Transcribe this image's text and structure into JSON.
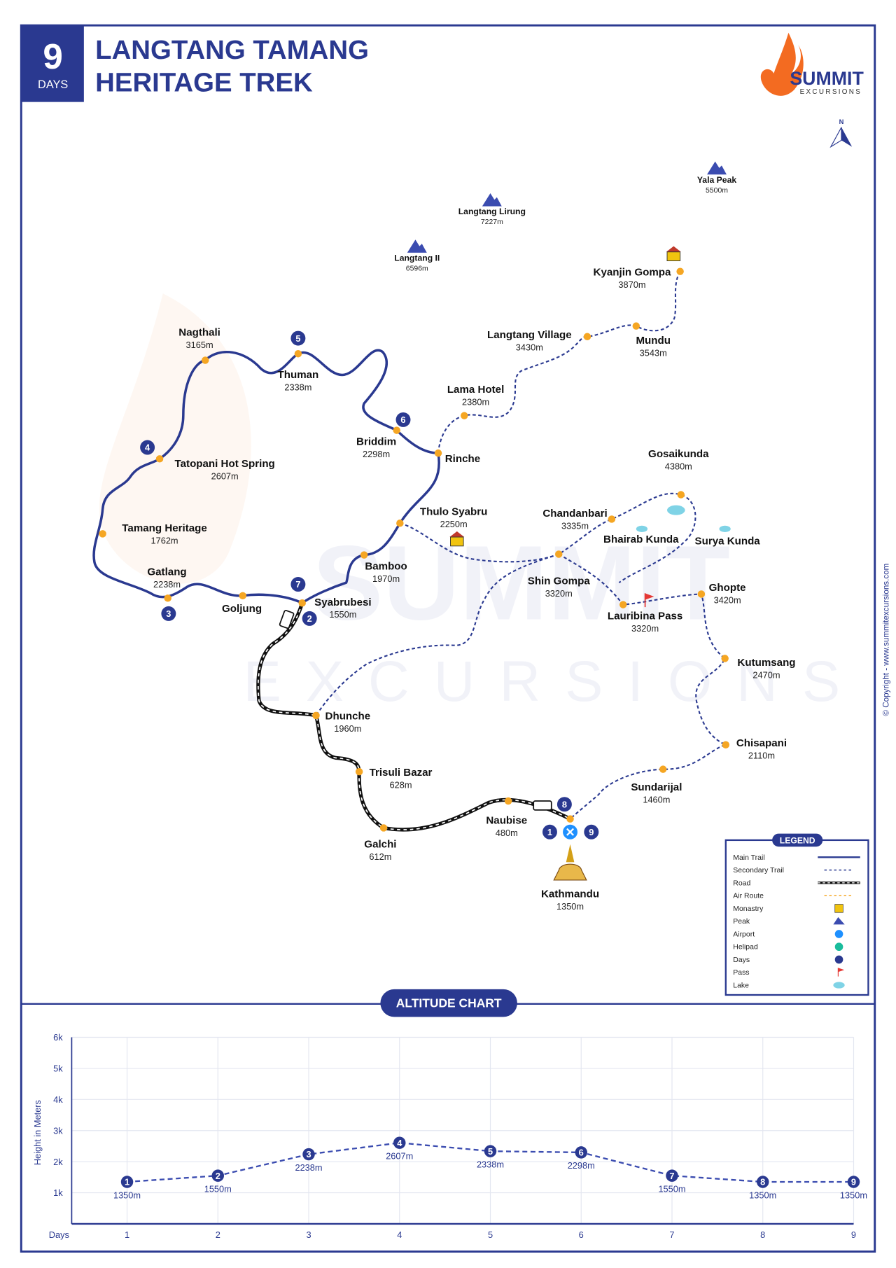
{
  "header": {
    "days_number": "9",
    "days_label": "DAYS",
    "title_line1": "LANGTANG TAMANG",
    "title_line2": "HERITAGE TREK"
  },
  "logo": {
    "brand": "SUMMIT",
    "sub": "EXCURSIONS"
  },
  "compass": {
    "label": "N"
  },
  "copyright": "© Copyright - www.summitexcursions.com",
  "colors": {
    "primary": "#2a3990",
    "stop": "#f5a623",
    "road": "#111111",
    "lake": "#7fd3e6",
    "pass": "#e53935",
    "airport": "#1e90ff"
  },
  "peaks": [
    {
      "name": "Yala Peak",
      "alt": "5500m"
    },
    {
      "name": "Langtang Lirung",
      "alt": "7227m"
    },
    {
      "name": "Langtang II",
      "alt": "6596m"
    }
  ],
  "places": [
    {
      "name": "Kyanjin Gompa",
      "alt": "3870m"
    },
    {
      "name": "Langtang Village",
      "alt": "3430m"
    },
    {
      "name": "Mundu",
      "alt": "3543m"
    },
    {
      "name": "Lama Hotel",
      "alt": "2380m"
    },
    {
      "name": "Nagthali",
      "alt": "3165m"
    },
    {
      "name": "Thuman",
      "alt": "2338m"
    },
    {
      "name": "Briddim",
      "alt": "2298m"
    },
    {
      "name": "Rinche",
      "alt": ""
    },
    {
      "name": "Tatopani Hot Spring",
      "alt": "2607m"
    },
    {
      "name": "Tamang Heritage",
      "alt": "1762m"
    },
    {
      "name": "Thulo Syabru",
      "alt": "2250m"
    },
    {
      "name": "Chandanbari",
      "alt": "3335m"
    },
    {
      "name": "Gosaikunda",
      "alt": "4380m"
    },
    {
      "name": "Bhairab Kunda",
      "alt": ""
    },
    {
      "name": "Surya Kunda",
      "alt": ""
    },
    {
      "name": "Bamboo",
      "alt": "1970m"
    },
    {
      "name": "Shin Gompa",
      "alt": "3320m"
    },
    {
      "name": "Ghopte",
      "alt": "3420m"
    },
    {
      "name": "Lauribina Pass",
      "alt": "3320m"
    },
    {
      "name": "Gatlang",
      "alt": "2238m"
    },
    {
      "name": "Goljung",
      "alt": ""
    },
    {
      "name": "Syabrubesi",
      "alt": "1550m"
    },
    {
      "name": "Kutumsang",
      "alt": "2470m"
    },
    {
      "name": "Dhunche",
      "alt": "1960m"
    },
    {
      "name": "Chisapani",
      "alt": "2110m"
    },
    {
      "name": "Trisuli Bazar",
      "alt": "628m"
    },
    {
      "name": "Sundarijal",
      "alt": "1460m"
    },
    {
      "name": "Naubise",
      "alt": "480m"
    },
    {
      "name": "Galchi",
      "alt": "612m"
    },
    {
      "name": "Kathmandu",
      "alt": "1350m"
    }
  ],
  "map_days": [
    "1",
    "2",
    "3",
    "4",
    "5",
    "6",
    "7",
    "8",
    "9"
  ],
  "legend": {
    "title": "LEGEND",
    "items": [
      "Main Trail",
      "Secondary Trail",
      "Road",
      "Air Route",
      "Monastry",
      "Peak",
      "Airport",
      "Helipad",
      "Days",
      "Pass",
      "Lake"
    ]
  },
  "chart_data": {
    "type": "line",
    "title": "ALTITUDE CHART",
    "xlabel": "Days",
    "ylabel": "Height in Meters",
    "x": [
      1,
      2,
      3,
      4,
      5,
      6,
      7,
      8,
      9
    ],
    "x_tick_labels": [
      "1",
      "2",
      "3",
      "4",
      "5",
      "6",
      "7",
      "8",
      "9"
    ],
    "y_tick_labels": [
      "1k",
      "2k",
      "3k",
      "4k",
      "5k",
      "6k"
    ],
    "ylim": [
      0,
      6000
    ],
    "grid": true,
    "series": [
      {
        "name": "Altitude",
        "values": [
          1350,
          1550,
          2238,
          2607,
          2338,
          2298,
          1550,
          1350,
          1350
        ],
        "labels": [
          "1350m",
          "1550m",
          "2238m",
          "2607m",
          "2338m",
          "2298m",
          "1550m",
          "1350m",
          "1350m"
        ]
      }
    ]
  }
}
